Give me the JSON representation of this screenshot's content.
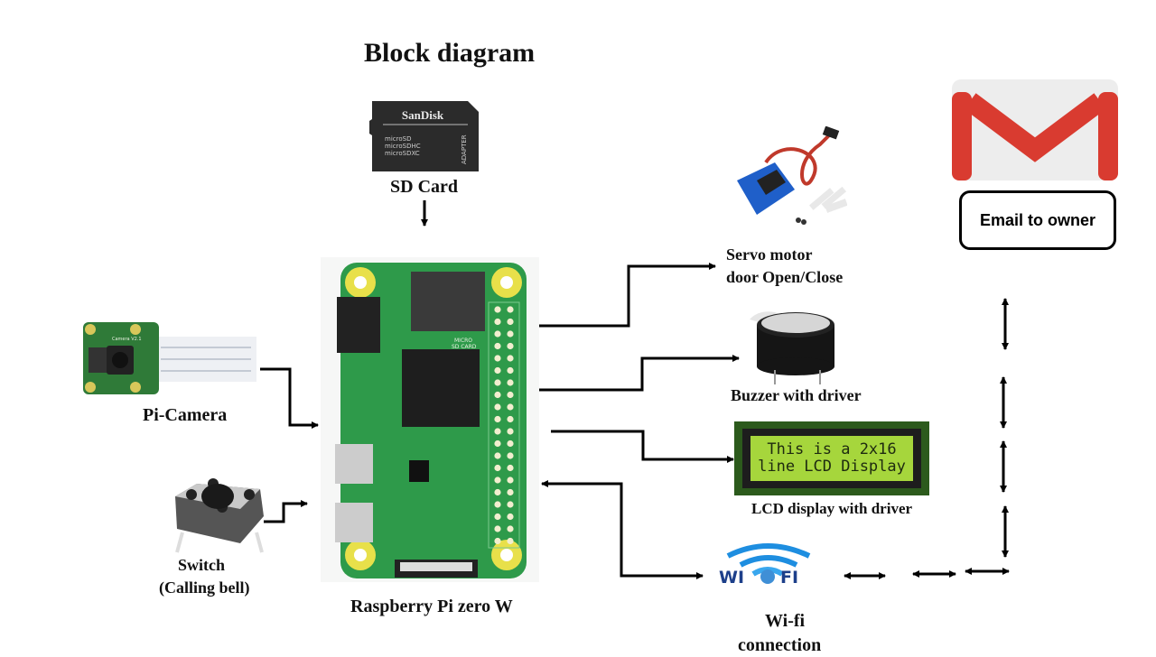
{
  "title": "Block diagram",
  "components": {
    "sd_card": {
      "label": "SD Card",
      "brand": "SanDisk",
      "lines": [
        "microSD",
        "microSDHC",
        "microSDXC"
      ],
      "side_text": "ADAPTER"
    },
    "raspberry_pi": {
      "label": "Raspberry Pi zero W",
      "board_text": [
        "MICRO",
        "SD CARD"
      ]
    },
    "pi_camera": {
      "label": "Pi-Camera",
      "board_text": "Camera V2.1"
    },
    "switch": {
      "label_line1": "Switch",
      "label_line2": "(Calling  bell)"
    },
    "servo": {
      "label_line1": "Servo motor",
      "label_line2": "door  Open/Close"
    },
    "buzzer": {
      "label": "Buzzer  with  driver"
    },
    "lcd": {
      "label": "LCD display with driver",
      "screen_line1": "This is a 2x16",
      "screen_line2": "line LCD Display"
    },
    "wifi": {
      "logo_left": "WI",
      "logo_right": "FI",
      "label_line1": "Wi-fi",
      "label_line2": "connection"
    },
    "email": {
      "label": "Email to owner"
    }
  },
  "colors": {
    "pcb_green": "#2e9a4a",
    "gold_pad": "#e8e04a",
    "gmail_red": "#d93b30",
    "wifi_blue": "#1e8ee0",
    "wifi_text": "#1d3f8a",
    "lcd_green": "#a6d63c",
    "wire": "#000000"
  }
}
